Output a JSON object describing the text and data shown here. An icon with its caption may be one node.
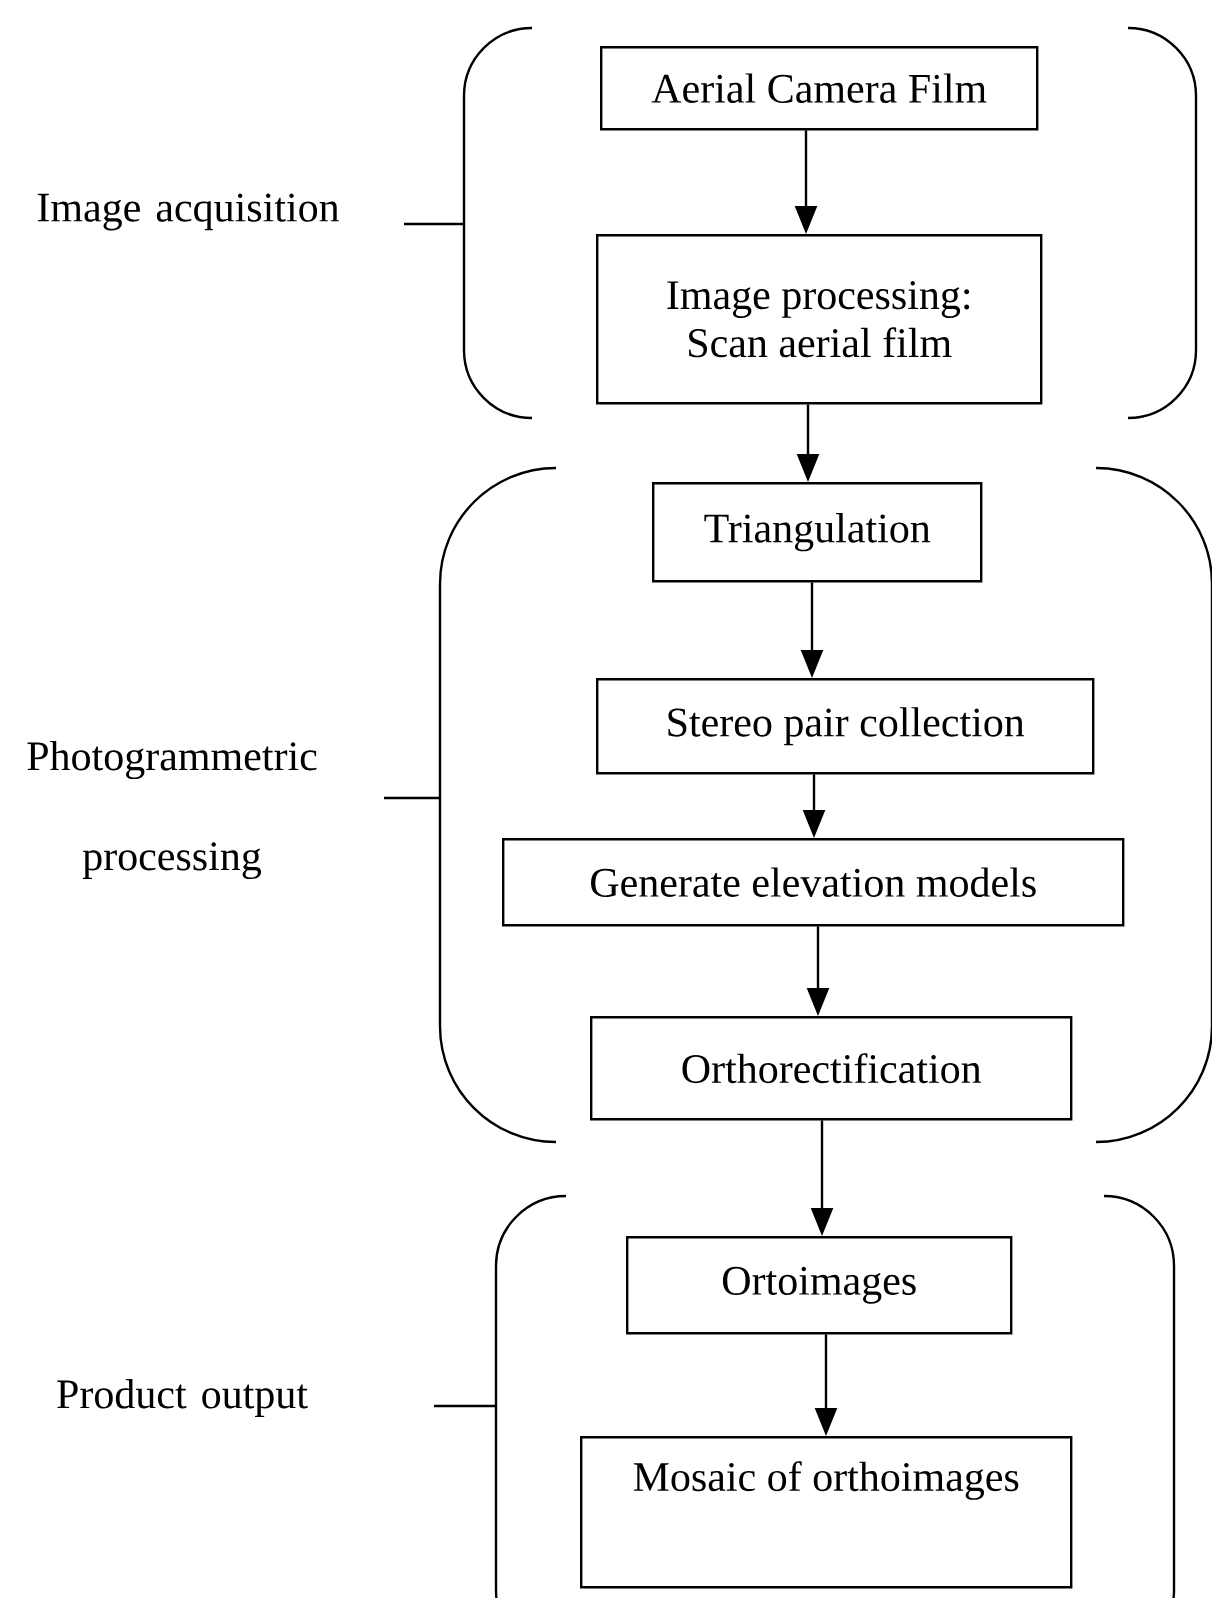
{
  "diagram": {
    "nodes": [
      {
        "text": [
          "Aerial Camera Film"
        ]
      },
      {
        "text": [
          "Image processing: Scan aerial film"
        ]
      },
      {
        "text": [
          "Triangulation"
        ]
      },
      {
        "text": [
          "Stereo pair collection"
        ]
      },
      {
        "text": [
          "Generate elevation models"
        ]
      },
      {
        "text": [
          "Orthorectification"
        ]
      },
      {
        "text": [
          "Ortoimages"
        ]
      },
      {
        "text": [
          "Mosaic of orthoimages"
        ]
      }
    ],
    "edges": [
      {
        "from": 0,
        "to": 1,
        "arrow": "to"
      },
      {
        "from": 1,
        "to": 2,
        "arrow": "to"
      },
      {
        "from": 2,
        "to": 3,
        "arrow": "to"
      },
      {
        "from": 3,
        "to": 4,
        "arrow": "to"
      },
      {
        "from": 4,
        "to": 5,
        "arrow": "to"
      },
      {
        "from": 5,
        "to": 6,
        "arrow": "to"
      },
      {
        "from": 6,
        "to": 7,
        "arrow": "to"
      }
    ],
    "labels": [
      "Image acquisition",
      "Photogrammetric processing",
      "Product output"
    ]
  }
}
